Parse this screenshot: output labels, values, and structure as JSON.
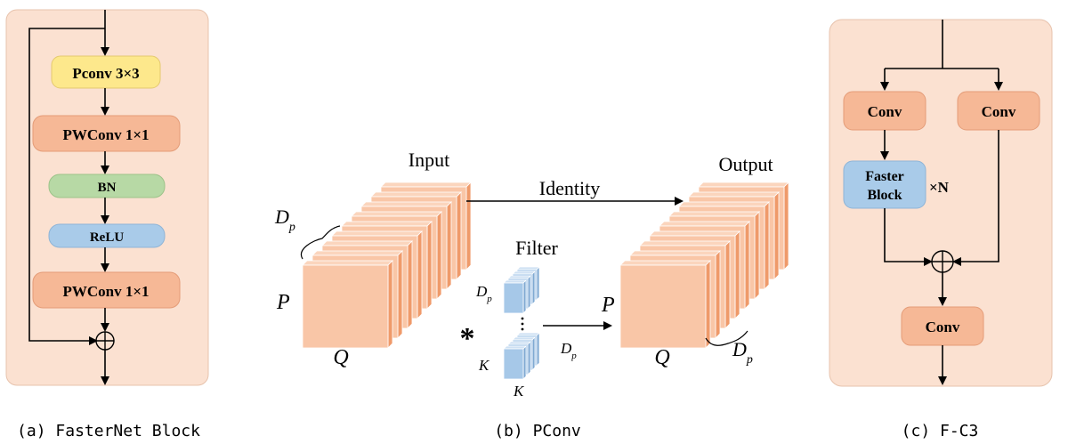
{
  "panel_a": {
    "caption": "(a) FasterNet Block",
    "blocks": {
      "pconv": "Pconv 3×3",
      "pwconv1": "PWConv 1×1",
      "bn": "BN",
      "relu": "ReLU",
      "pwconv2": "PWConv 1×1"
    }
  },
  "panel_b": {
    "caption": "(b) PConv",
    "input_label": "Input",
    "output_label": "Output",
    "identity_label": "Identity",
    "filter_label": "Filter",
    "operator": "*",
    "dp": "D",
    "dp_sub": "p",
    "p": "P",
    "q": "Q",
    "k": "K"
  },
  "panel_c": {
    "caption": "(c) F-C3",
    "conv_left": "Conv",
    "conv_right": "Conv",
    "faster_block_line1": "Faster",
    "faster_block_line2": "Block",
    "repeat": "×N",
    "conv_bottom": "Conv"
  },
  "colors": {
    "panel_bg": "#fbe1d1",
    "salmon": "#f6b896",
    "yellow": "#fde88c",
    "green": "#b7d9a5",
    "blue": "#a9cbe9",
    "filter_blue": "#a6c8e8",
    "cube_face": "#f9c6a7",
    "cube_side": "#ef9a6a"
  }
}
